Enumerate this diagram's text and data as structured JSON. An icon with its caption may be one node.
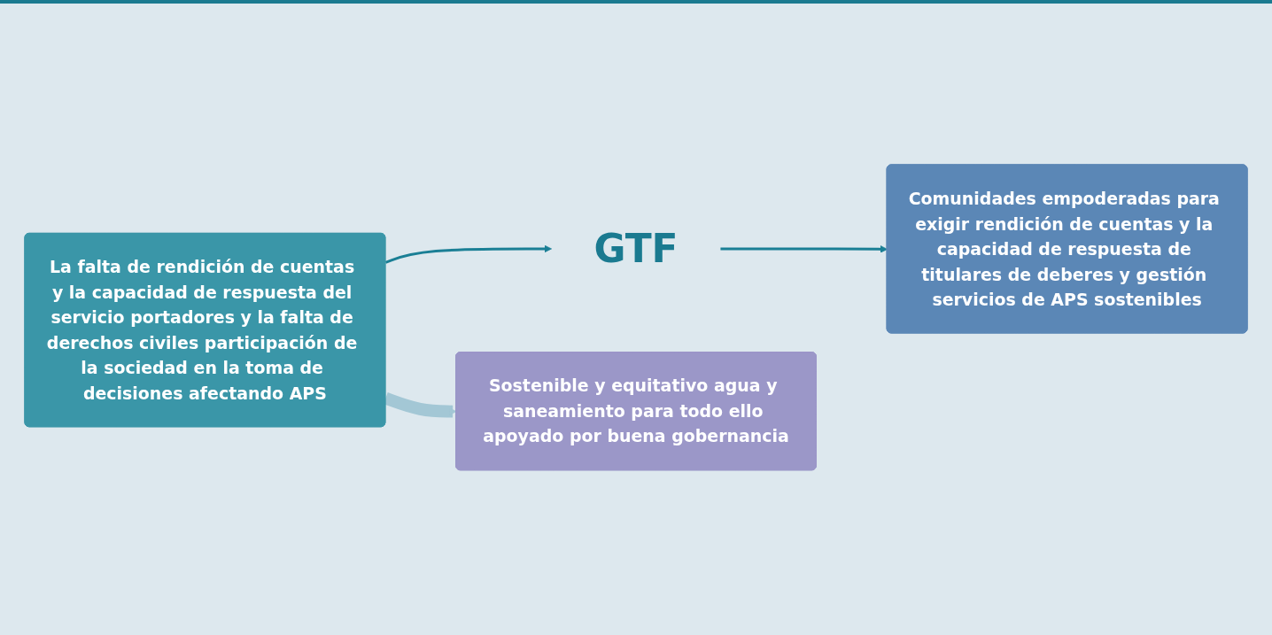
{
  "diagram": {
    "nodes": [
      {
        "text": [
          "GTF"
        ]
      },
      {
        "text": [
          "La falta de rendición de cuentas y la capacidad de respuesta del servicio portadores y la falta de derechos civiles participación de la sociedad en la toma de decisiones afectando APS"
        ]
      },
      {
        "text": [
          "Comunidades empoderadas para exigir rendición de cuentas y la capacidad de respuesta de titulares de deberes y gestión servicios de APS sostenibles"
        ]
      },
      {
        "text": [
          "Sostenible y equitativo agua y saneamiento para todo ello apoyado por buena gobernancia"
        ]
      }
    ],
    "edges": [
      {
        "from": 1,
        "to": 0,
        "arrow": "to"
      },
      {
        "from": 0,
        "to": 2,
        "arrow": "to"
      },
      {
        "from": 1,
        "to": 3,
        "arrow": "to",
        "style": "thick",
        "color": "#a3c7d5"
      }
    ]
  }
}
